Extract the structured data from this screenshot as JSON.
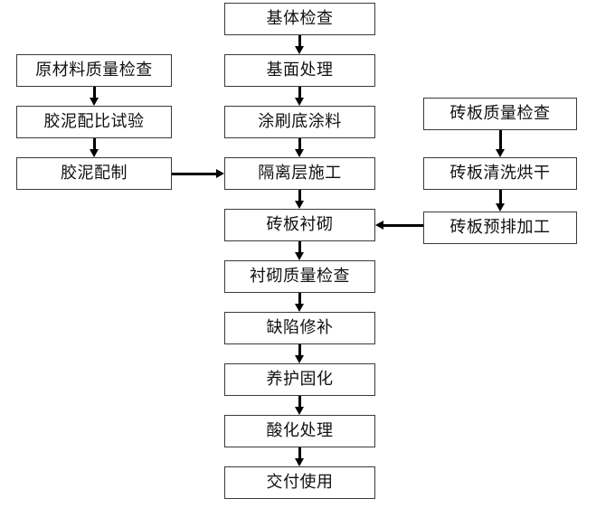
{
  "diagram": {
    "title": "",
    "colors": {
      "background": "#ffffff",
      "node_border": "#3a3a3a",
      "node_fill": "#ffffff",
      "text": "#111111",
      "connector": "#000000"
    },
    "nodes": {
      "main": [
        {
          "id": "substrate-inspection",
          "label": "基体检查"
        },
        {
          "id": "base-surface-treatment",
          "label": "基面处理"
        },
        {
          "id": "primer-coating",
          "label": "涂刷底涂料"
        },
        {
          "id": "isolation-layer",
          "label": "隔离层施工"
        },
        {
          "id": "brick-lining",
          "label": "砖板衬砌"
        },
        {
          "id": "lining-quality-check",
          "label": "衬砌质量检查"
        },
        {
          "id": "defect-repair",
          "label": "缺陷修补"
        },
        {
          "id": "curing",
          "label": "养护固化"
        },
        {
          "id": "acidification",
          "label": "酸化处理"
        },
        {
          "id": "delivery",
          "label": "交付使用"
        }
      ],
      "left": [
        {
          "id": "raw-material-quality-check",
          "label": "原材料质量检查"
        },
        {
          "id": "mortar-ratio-test",
          "label": "胶泥配比试验"
        },
        {
          "id": "mortar-preparation",
          "label": "胶泥配制"
        }
      ],
      "right": [
        {
          "id": "brick-quality-check",
          "label": "砖板质量检查"
        },
        {
          "id": "brick-wash-dry",
          "label": "砖板清洗烘干"
        },
        {
          "id": "brick-prearrange-work",
          "label": "砖板预排加工"
        }
      ]
    },
    "edges": [
      {
        "from": "基体检查",
        "to": "基面处理",
        "direction": "down"
      },
      {
        "from": "基面处理",
        "to": "涂刷底涂料",
        "direction": "down"
      },
      {
        "from": "涂刷底涂料",
        "to": "隔离层施工",
        "direction": "down"
      },
      {
        "from": "隔离层施工",
        "to": "砖板衬砌",
        "direction": "down"
      },
      {
        "from": "砖板衬砌",
        "to": "衬砌质量检查",
        "direction": "down"
      },
      {
        "from": "衬砌质量检查",
        "to": "缺陷修补",
        "direction": "down"
      },
      {
        "from": "缺陷修补",
        "to": "养护固化",
        "direction": "down"
      },
      {
        "from": "养护固化",
        "to": "酸化处理",
        "direction": "down"
      },
      {
        "from": "酸化处理",
        "to": "交付使用",
        "direction": "down"
      },
      {
        "from": "原材料质量检查",
        "to": "胶泥配比试验",
        "direction": "down"
      },
      {
        "from": "胶泥配比试验",
        "to": "胶泥配制",
        "direction": "down"
      },
      {
        "from": "胶泥配制",
        "to": "隔离层施工",
        "direction": "right"
      },
      {
        "from": "砖板质量检查",
        "to": "砖板清洗烘干",
        "direction": "down"
      },
      {
        "from": "砖板清洗烘干",
        "to": "砖板预排加工",
        "direction": "down"
      },
      {
        "from": "砖板预排加工",
        "to": "砖板衬砌",
        "direction": "left"
      }
    ]
  }
}
